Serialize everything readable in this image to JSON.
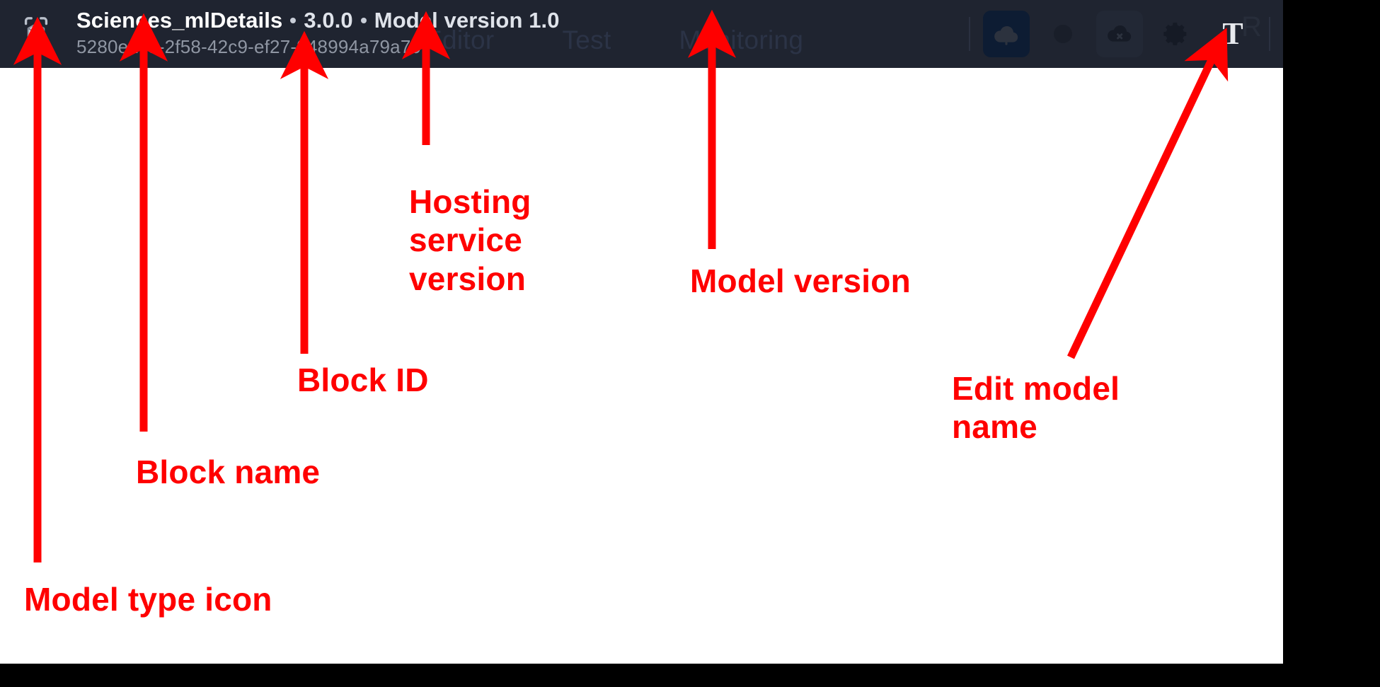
{
  "app_header": {
    "model_type_icon": "cube-model-icon",
    "title": {
      "block_name": "Sciences_mlDetails",
      "separator": "•",
      "hosting_service_version": "3.0.0",
      "model_version_label": "Model version 1.0"
    },
    "block_id": "5280e1c5-2f58-42c9-ef27-948994a79a70",
    "background_tabs": [
      {
        "label": "Editor"
      },
      {
        "label": "Test"
      },
      {
        "label": "Monitoring"
      }
    ],
    "toolbar": [
      {
        "name": "deploy-upload-icon",
        "glyph": "cloud-upload"
      },
      {
        "name": "status-dot-icon",
        "glyph": "dot"
      },
      {
        "name": "undeploy-icon",
        "glyph": "cloud-x"
      },
      {
        "name": "settings-gear-icon",
        "glyph": "gear"
      },
      {
        "name": "edit-model-name-icon",
        "glyph": "T"
      }
    ],
    "ghost_letter": "R",
    "colors": {
      "bar_background": "#1f2430",
      "title_text": "#ffffff",
      "subtitle_text": "#8f96a3",
      "active_button": "#0d1c33",
      "annotation_red": "#ff0000"
    }
  },
  "annotations": [
    {
      "name": "annotation-hosting-service-version",
      "text": "Hosting\nservice\nversion"
    },
    {
      "name": "annotation-model-version",
      "text": "Model version"
    },
    {
      "name": "annotation-block-id",
      "text": "Block ID"
    },
    {
      "name": "annotation-edit-model-name",
      "text": "Edit model\nname"
    },
    {
      "name": "annotation-block-name",
      "text": "Block name"
    },
    {
      "name": "annotation-model-type-icon",
      "text": "Model type icon"
    }
  ]
}
